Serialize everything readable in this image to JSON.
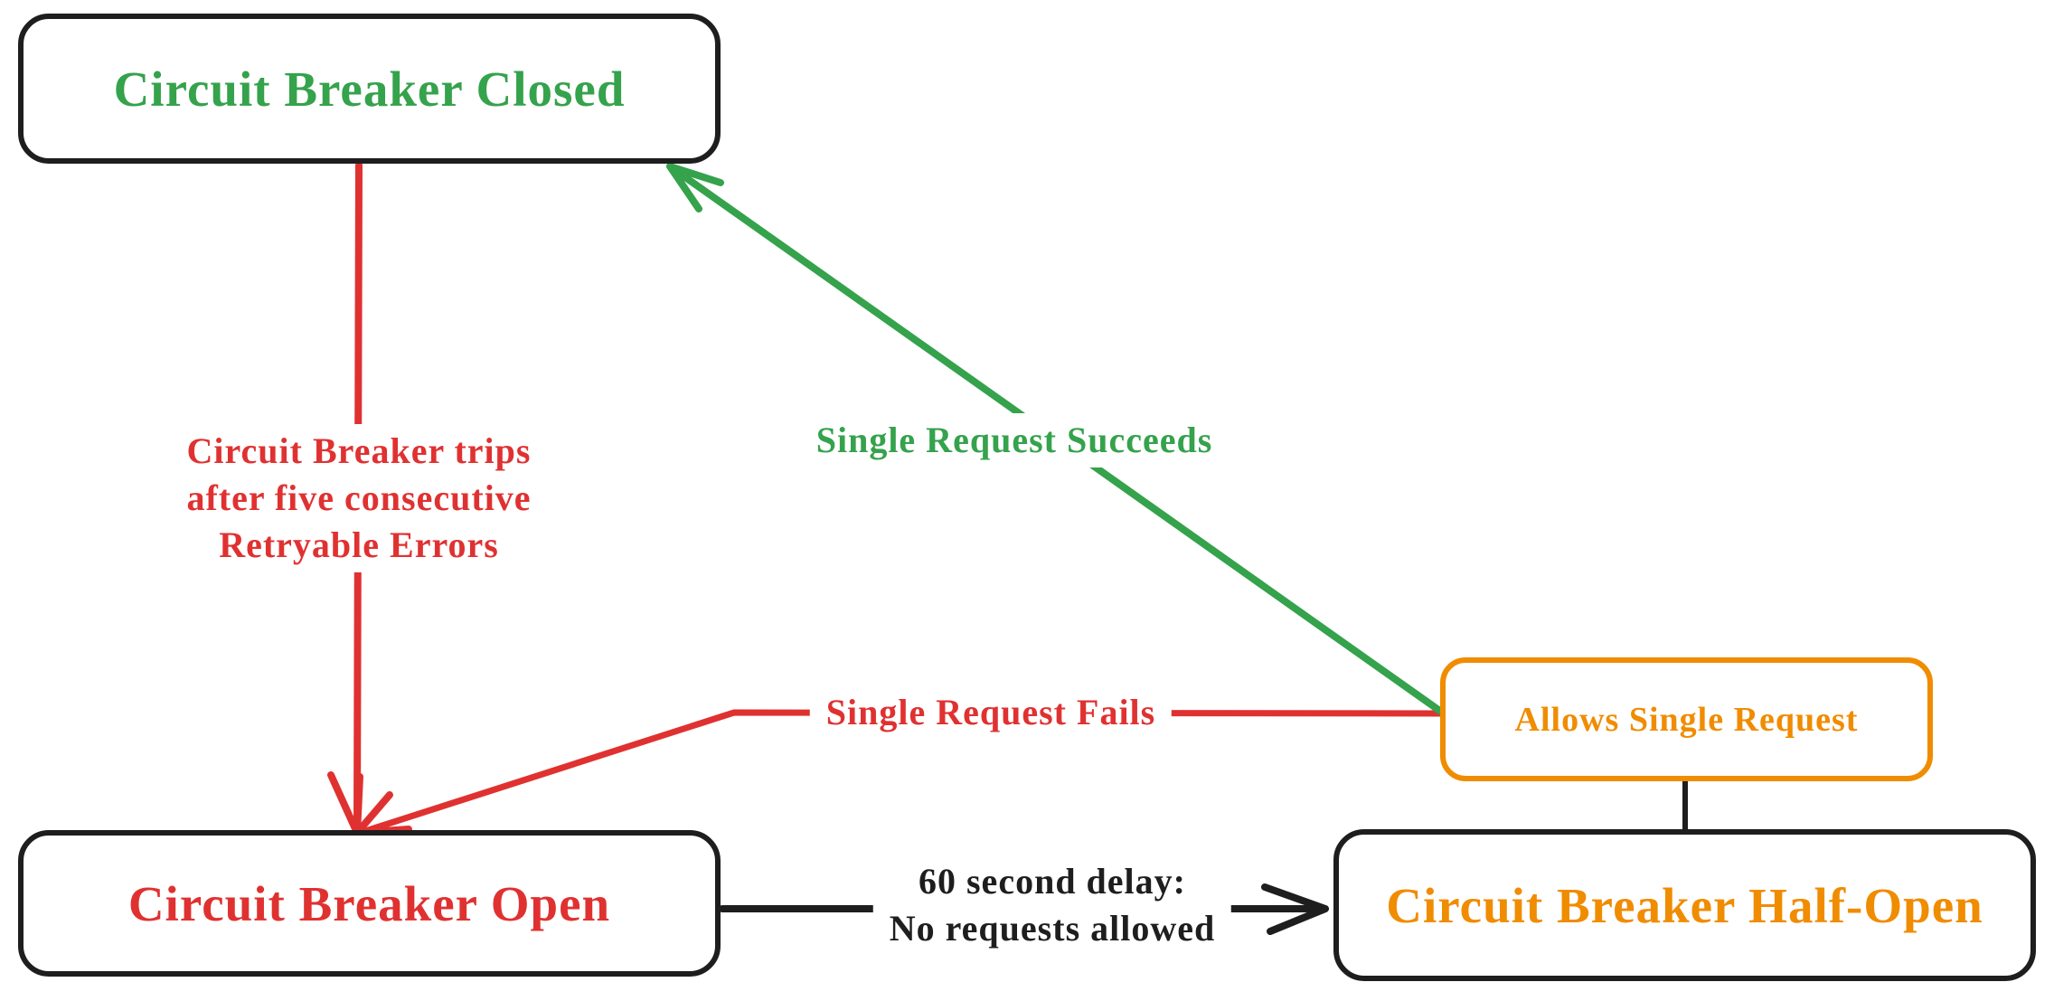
{
  "colors": {
    "green": "#35a24c",
    "red": "#e03131",
    "orange": "#f08c00",
    "black": "#1e1e1e"
  },
  "nodes": {
    "closed": {
      "label": "Circuit Breaker Closed"
    },
    "open": {
      "label": "Circuit Breaker Open"
    },
    "half_open": {
      "label": "Circuit Breaker Half-Open"
    },
    "allows": {
      "label": "Allows Single Request"
    }
  },
  "edges": {
    "trip": {
      "label": "Circuit Breaker trips\nafter five consecutive\nRetryable Errors"
    },
    "succeed": {
      "label": "Single Request Succeeds"
    },
    "fail": {
      "label": "Single Request Fails"
    },
    "delay": {
      "label": "60 second delay:\nNo requests allowed"
    }
  }
}
